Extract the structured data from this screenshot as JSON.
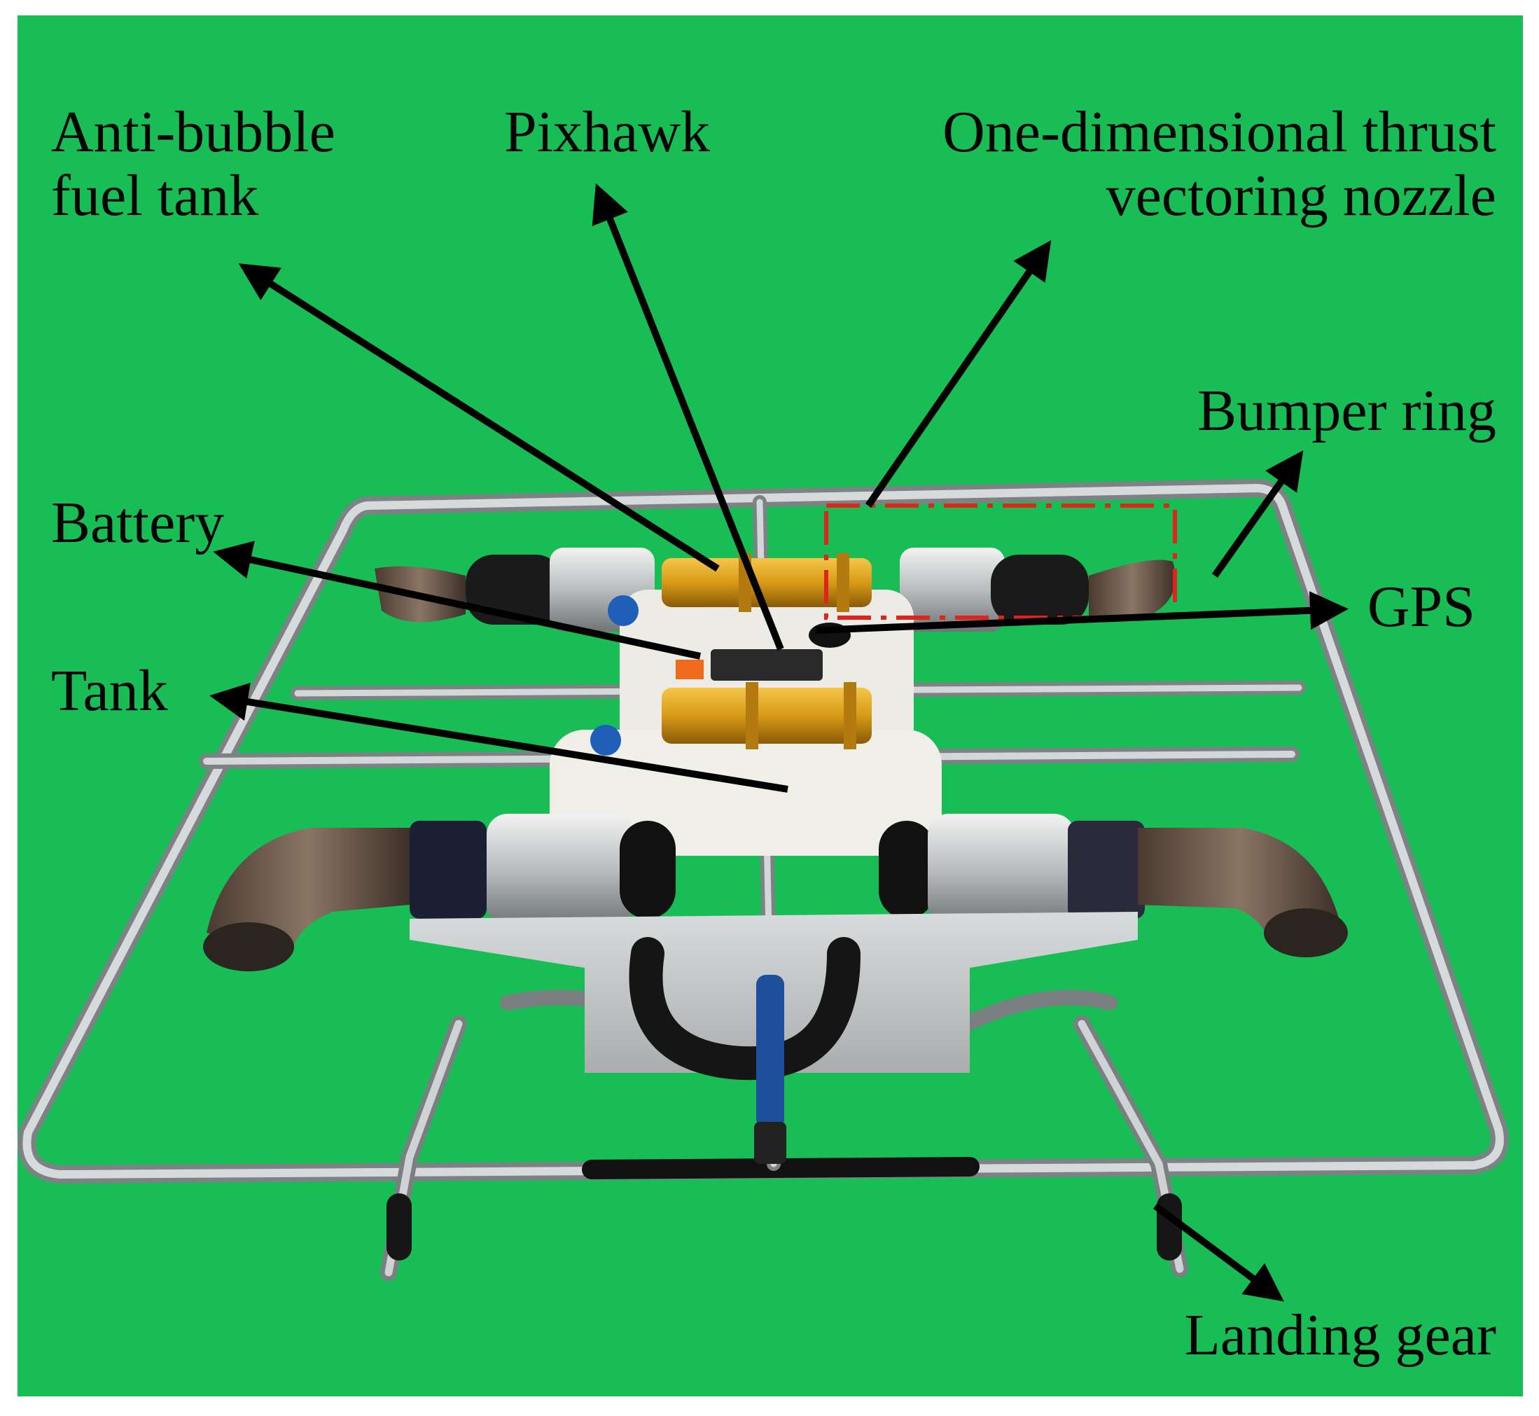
{
  "figure": {
    "background_color": "#18bd55",
    "highlight_color": "#e0241b",
    "arrow_color": "#000000",
    "labels": {
      "fuel_tank": [
        "Anti-bubble",
        "fuel tank"
      ],
      "pixhawk": [
        "Pixhawk"
      ],
      "nozzle": [
        "One-dimensional thrust",
        "vectoring nozzle"
      ],
      "bumper": [
        "Bumper ring"
      ],
      "battery": [
        "Battery"
      ],
      "gps": [
        "GPS"
      ],
      "tank": [
        "Tank"
      ],
      "landing_gear": [
        "Landing gear"
      ]
    }
  }
}
